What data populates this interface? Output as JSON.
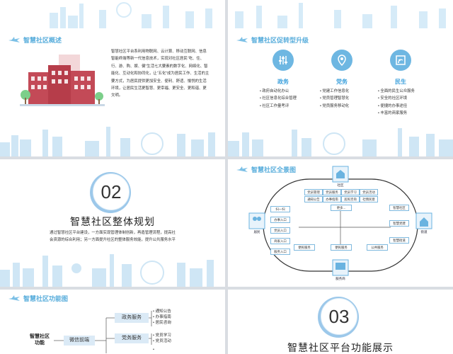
{
  "slide1": {
    "title": "智慧社区概述",
    "paragraph": "智慧社区平台系利用物联网、云计算、移动互联网、信息智能终端等新一代信息技术，实现对社区居民“吃、住、行、游、购、娱、健”生活七大要素的数字化、网络化、智能化、互动化和协同化，让“五化”成为居民工作、生活的主要方式，为居民提供更加安全、便利、舒适、愉悦的生活环境，让居民生活更智慧、更幸福、更安全、更和谐、更文明。"
  },
  "slide2": {
    "title": "智慧社区促转型升级",
    "columns": [
      {
        "name": "政务",
        "icon": "sliders-icon",
        "items": [
          "政府自动化办公",
          "社区信息化综合管理",
          "社区工作量考评"
        ]
      },
      {
        "name": "党务",
        "icon": "location-pin-icon",
        "items": [
          "党建工作信息化",
          "党员管理智慧化",
          "党员服务移动化"
        ]
      },
      {
        "name": "民生",
        "icon": "wifi-box-icon",
        "items": [
          "全面的民生公众服务",
          "安全的社区环境",
          "便捷的办事途径",
          "丰富的商家服务"
        ]
      }
    ]
  },
  "slide3": {
    "number": "02",
    "title": "智慧社区整体规划",
    "desc_line1": "通过智慧社区平台建设，一方面实现管理体制创新，再造管理流程，提高社",
    "desc_line2": "会资源的综合利用；另一方面提升社区的整体服务效能，提升公共服务水平"
  },
  "slide4": {
    "title": "智慧社区全景图",
    "node_top": "社区",
    "node_left": "居民",
    "node_right": "街道",
    "node_bottom": "服务商",
    "top_pills": [
      "党员管理",
      "党员服务",
      "党员学习",
      "党员活动",
      "通知公告",
      "办事指南",
      "居民咨询",
      "社情民意"
    ],
    "more": "更多...",
    "left_pills": [
      "扫一扫",
      "办事入口",
      "党员入口",
      "商家入口",
      "服务入口"
    ],
    "right_pills": [
      "智慧社区",
      "智慧党建",
      "智慧街道"
    ],
    "bottom_pills": [
      "便民服务",
      "便民服务",
      "公共服务"
    ]
  },
  "slide5": {
    "title": "智慧社区功能图",
    "root": "智慧社区\n功能",
    "branch": "微信前端",
    "sub1": "政务服务",
    "sub2": "党务服务",
    "sub1_items": [
      "通知公告",
      "办事指南",
      "居民咨询"
    ],
    "sub2_items": [
      "党员学习",
      "党员活动"
    ]
  },
  "slide6": {
    "number": "03",
    "title": "智慧社区平台功能展示"
  },
  "colors": {
    "accent": "#5aaedc",
    "city": "#cfe6f5",
    "circle": "#9cc8ea"
  }
}
